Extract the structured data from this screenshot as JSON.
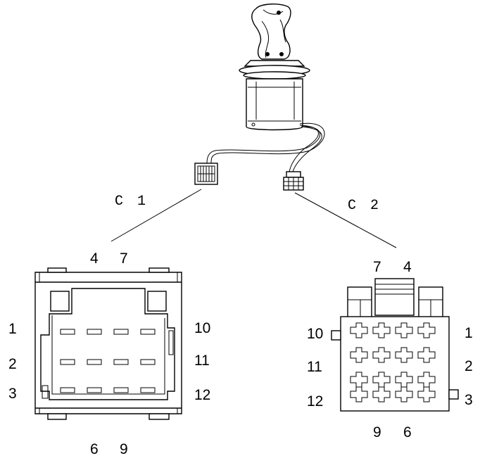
{
  "connector_c1": {
    "title": "C 1",
    "top_pins": [
      "4",
      "7"
    ],
    "bottom_pins": [
      "6",
      "9"
    ],
    "left_pins": [
      "1",
      "2",
      "3"
    ],
    "right_pins": [
      "10",
      "11",
      "12"
    ]
  },
  "connector_c2": {
    "title": "C 2",
    "top_pins": [
      "7",
      "4"
    ],
    "bottom_pins": [
      "9",
      "6"
    ],
    "left_pins": [
      "10",
      "11",
      "12"
    ],
    "right_pins": [
      "1",
      "2",
      "3"
    ]
  }
}
